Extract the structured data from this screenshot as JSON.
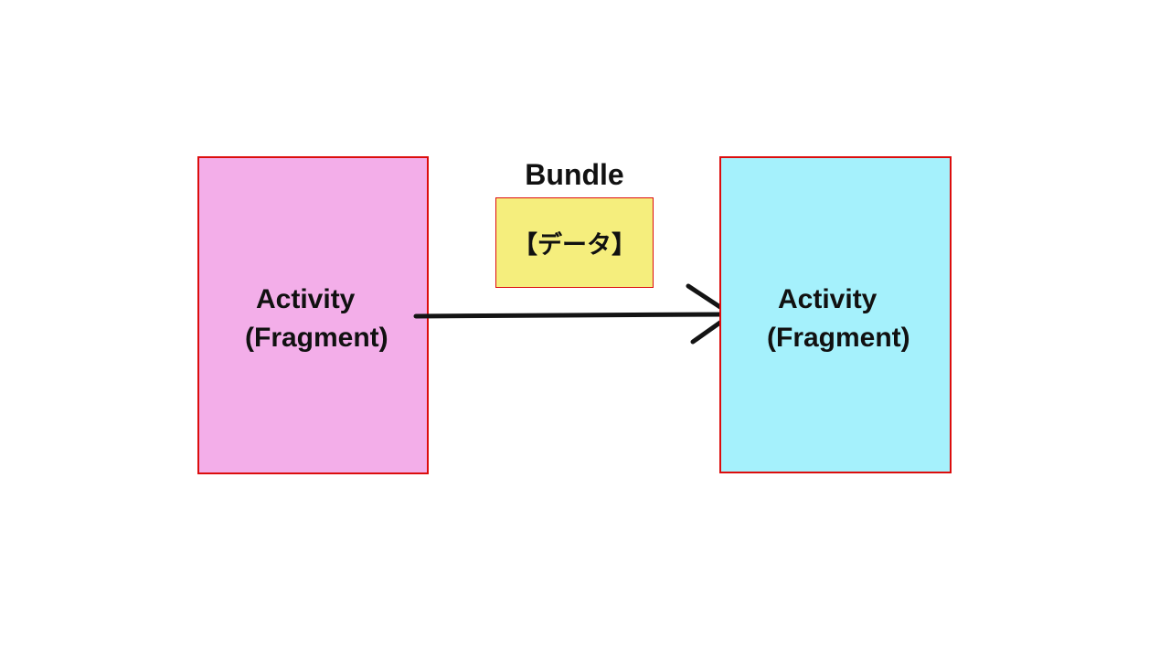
{
  "diagram": {
    "source_box": {
      "line1": "Activity",
      "line2": "(Fragment)",
      "fill": "#f3aee9",
      "border_color": "#dc0d0d"
    },
    "bundle": {
      "label": "Bundle",
      "content": "【データ】",
      "fill": "#f5ee7d",
      "border_color": "#dc0d0d"
    },
    "target_box": {
      "line1": "Activity",
      "line2": "(Fragment)",
      "fill": "#a5f1fc",
      "border_color": "#dc0d0d"
    },
    "arrow": {
      "direction": "left-to-right",
      "color": "#141414"
    },
    "background": "#ffffff"
  }
}
